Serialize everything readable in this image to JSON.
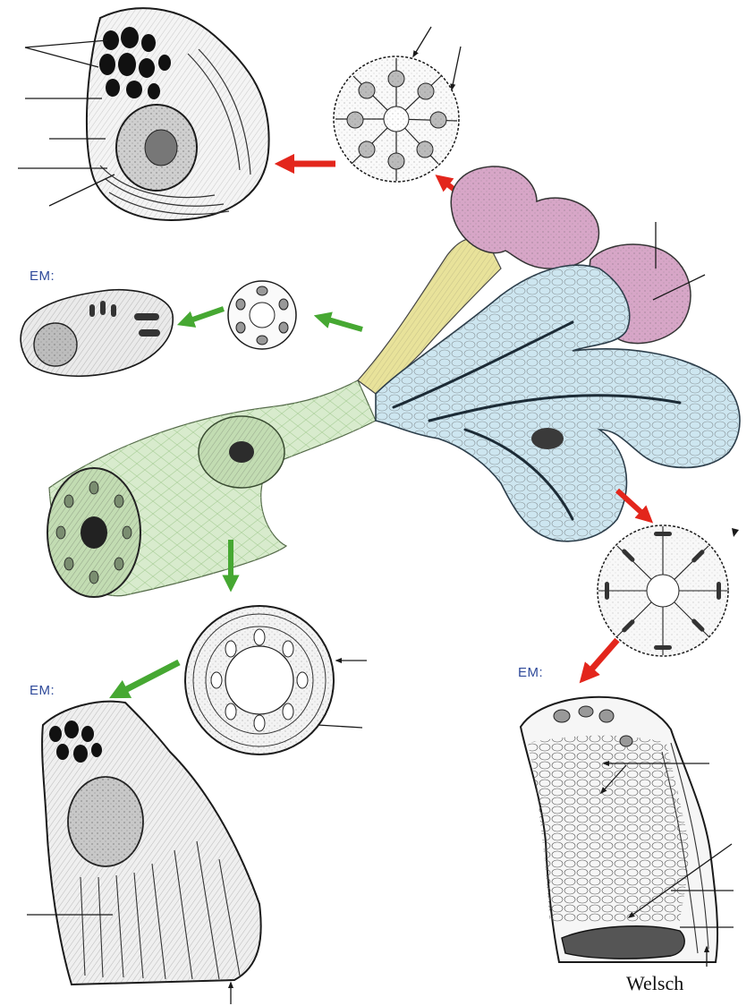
{
  "labels": {
    "em_top_left": "EM:",
    "em_bottom_left": "EM:",
    "em_bottom_right": "EM:"
  },
  "credit": "Welsch",
  "colors": {
    "red_arrow": "#e3261c",
    "green_arrow": "#46a832",
    "serous_acinus": "#d7a6c7",
    "intercalated_duct": "#e8e29a",
    "mucous_tubule": "#cde6f0",
    "striated_duct": "#d8ebcd",
    "em_text": "#2f4a9a",
    "ink": "#1a1a1a"
  }
}
